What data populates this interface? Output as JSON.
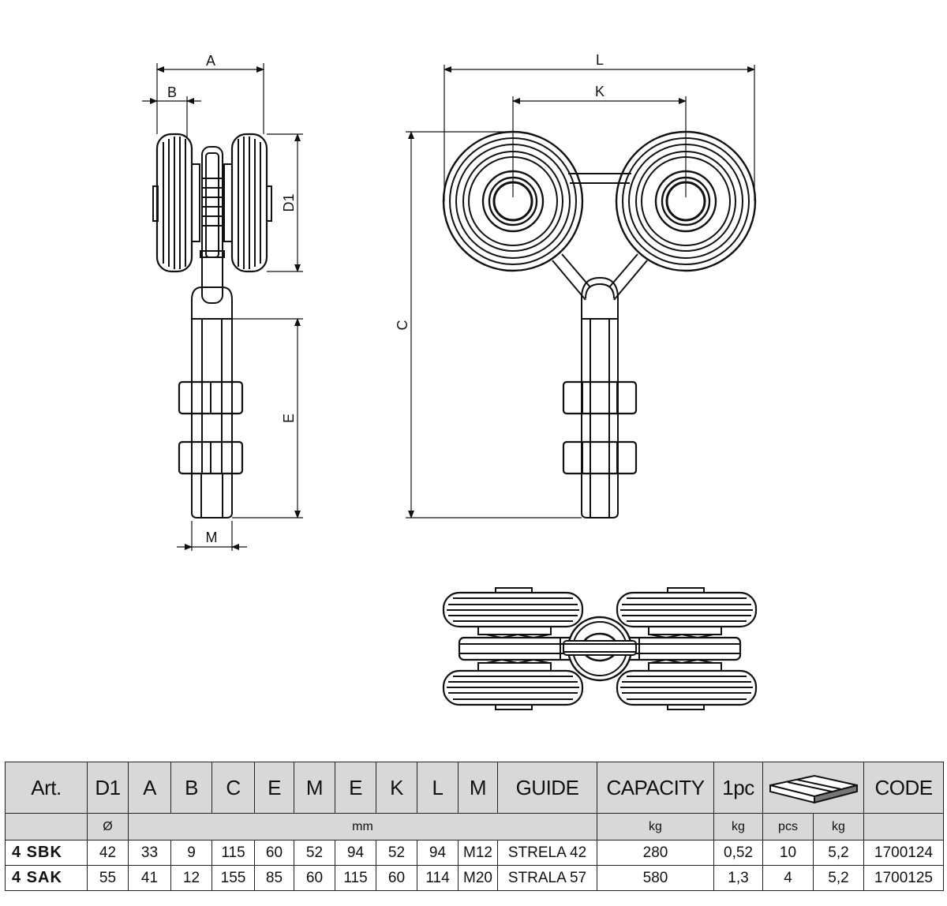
{
  "drawing": {
    "dimension_labels": {
      "A": "A",
      "B": "B",
      "D1": "D1",
      "E": "E",
      "M": "M",
      "L": "L",
      "K": "K",
      "C": "C"
    }
  },
  "table": {
    "headers": [
      "Art.",
      "D1",
      "A",
      "B",
      "C",
      "E",
      "M",
      "E",
      "K",
      "L",
      "M",
      "GUIDE",
      "CAPACITY",
      "1pc",
      "",
      "CODE"
    ],
    "units": {
      "diameter": "Ø",
      "mm": "mm",
      "capacity": "kg",
      "weight_1pc": "kg",
      "pcs": "pcs",
      "box_kg": "kg"
    },
    "rows": [
      [
        "4 SBK",
        "42",
        "33",
        "9",
        "115",
        "60",
        "52",
        "94",
        "52",
        "94",
        "M12",
        "STRELA 42",
        "280",
        "0,52",
        "10",
        "5,2",
        "1700124"
      ],
      [
        "4 SAK",
        "55",
        "41",
        "12",
        "155",
        "85",
        "60",
        "115",
        "60",
        "114",
        "M20",
        "STRALA 57",
        "580",
        "1,3",
        "4",
        "5,2",
        "1700125"
      ]
    ],
    "package_icon": "box-icon"
  }
}
